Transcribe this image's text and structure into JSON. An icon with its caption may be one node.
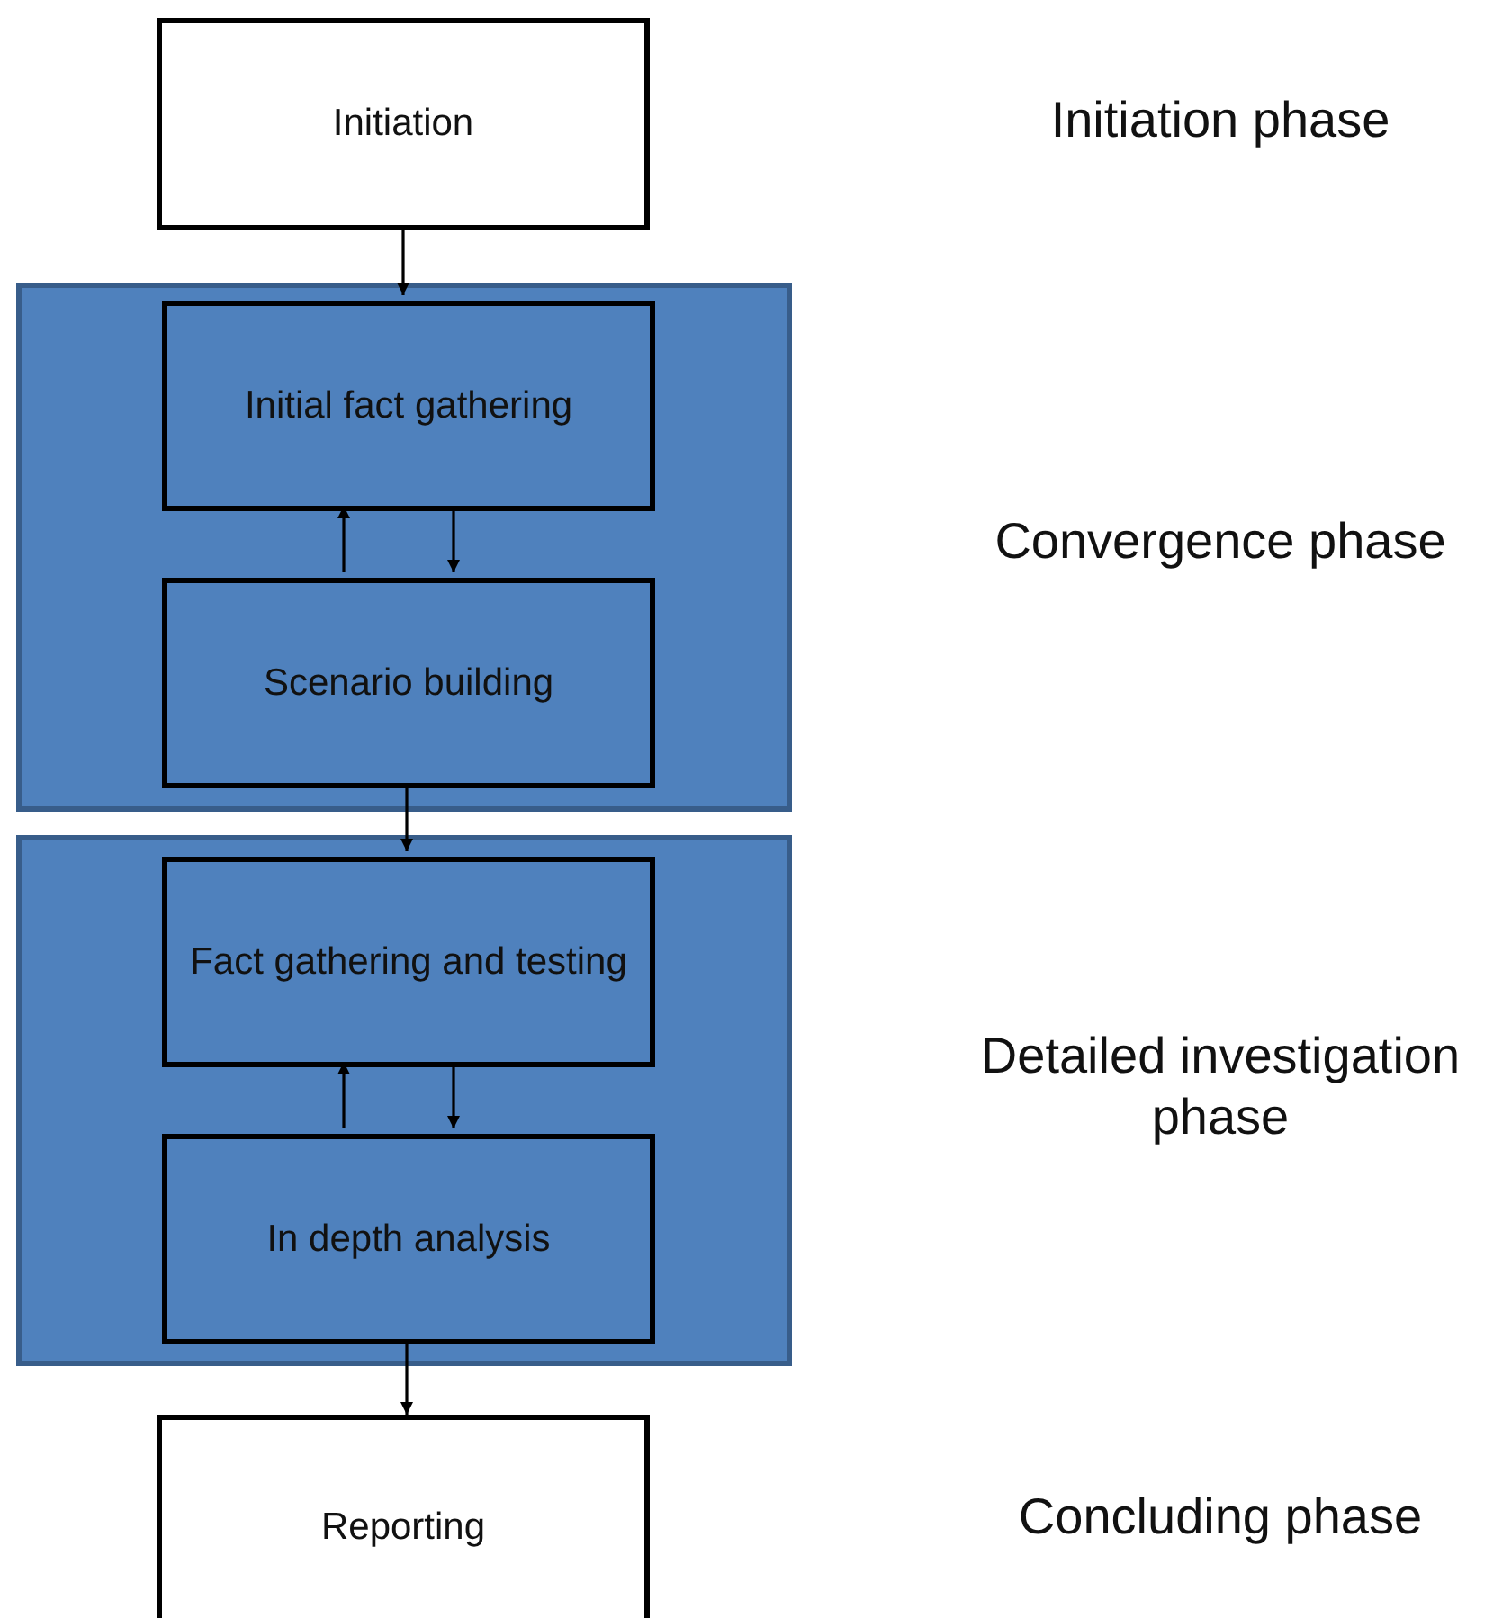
{
  "diagram": {
    "nodes": [
      {
        "text": [
          "Initiation"
        ]
      },
      {
        "text": [],
        "shape": "box"
      },
      {
        "text": [
          "Initial fact gathering"
        ],
        "in": 1
      },
      {
        "text": [
          "Scenario building"
        ],
        "in": 1
      },
      {
        "text": [],
        "shape": "box"
      },
      {
        "text": [
          "Fact gathering and testing"
        ],
        "in": 4
      },
      {
        "text": [
          "In depth analysis"
        ],
        "in": 4
      },
      {
        "text": [
          "Reporting"
        ]
      }
    ],
    "edges": [
      {
        "from": 0,
        "to": 2,
        "arrow": "to"
      },
      {
        "from": 2,
        "to": 3,
        "arrow": "to"
      },
      {
        "from": 3,
        "to": 2,
        "arrow": "to"
      },
      {
        "from": 3,
        "to": 5,
        "arrow": "to"
      },
      {
        "from": 5,
        "to": 6,
        "arrow": "to"
      },
      {
        "from": 6,
        "to": 5,
        "arrow": "to"
      },
      {
        "from": 6,
        "to": 7,
        "arrow": "to"
      }
    ],
    "labels": [
      "Initiation phase",
      "Convergence phase",
      "Detailed investigation phase",
      "Concluding phase"
    ]
  }
}
